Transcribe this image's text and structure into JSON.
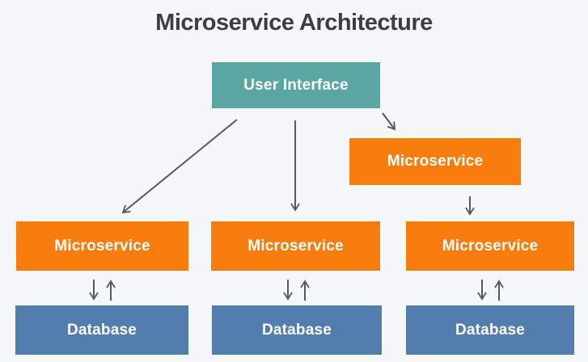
{
  "title": "Microservice Architecture",
  "colors": {
    "background": "#F5F7F8",
    "teal": "#5AA6A3",
    "orange": "#F87D0D",
    "blue": "#527EAE",
    "arrow": "#55595E",
    "title_text": "#3B3F45",
    "box_text": "#FFFFFF"
  },
  "nodes": {
    "user_interface": {
      "label": "User Interface"
    },
    "microservice_top": {
      "label": "Microservice"
    },
    "microservice_left": {
      "label": "Microservice"
    },
    "microservice_middle": {
      "label": "Microservice"
    },
    "microservice_right": {
      "label": "Microservice"
    },
    "database_left": {
      "label": "Database"
    },
    "database_middle": {
      "label": "Database"
    },
    "database_right": {
      "label": "Database"
    }
  }
}
